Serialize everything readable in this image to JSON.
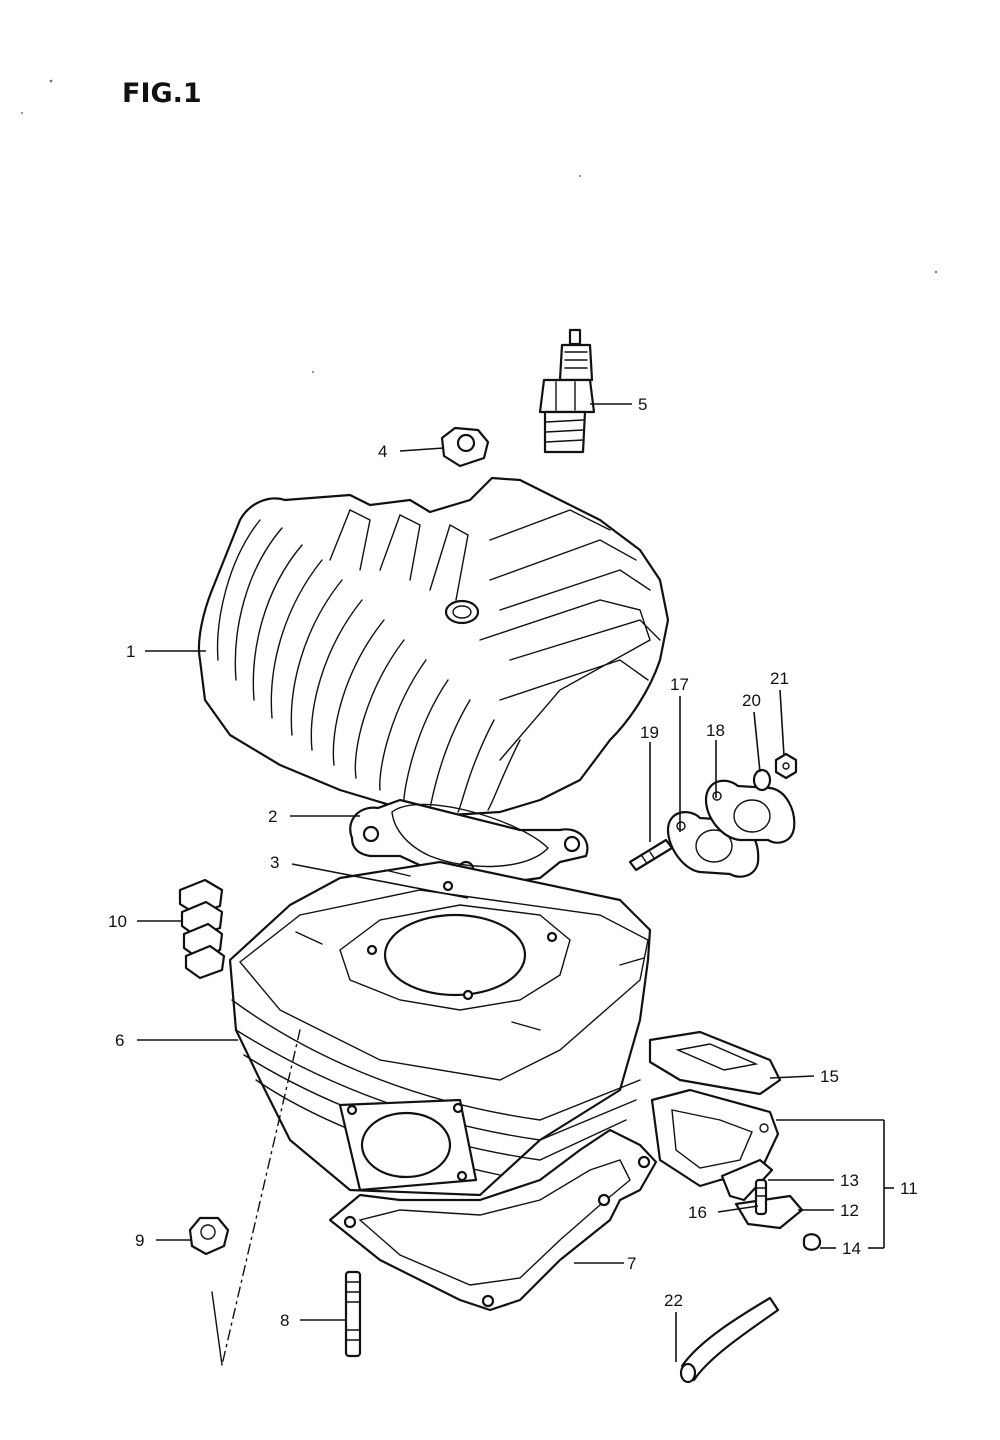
{
  "figure": {
    "title": "FIG.1"
  },
  "callouts": [
    {
      "id": "1",
      "text": "1"
    },
    {
      "id": "2",
      "text": "2"
    },
    {
      "id": "3",
      "text": "3"
    },
    {
      "id": "4",
      "text": "4"
    },
    {
      "id": "5",
      "text": "5"
    },
    {
      "id": "6",
      "text": "6"
    },
    {
      "id": "7",
      "text": "7"
    },
    {
      "id": "8",
      "text": "8"
    },
    {
      "id": "9",
      "text": "9"
    },
    {
      "id": "10",
      "text": "10"
    },
    {
      "id": "11",
      "text": "11"
    },
    {
      "id": "12",
      "text": "12"
    },
    {
      "id": "13",
      "text": "13"
    },
    {
      "id": "14",
      "text": "14"
    },
    {
      "id": "15",
      "text": "15"
    },
    {
      "id": "16",
      "text": "16"
    },
    {
      "id": "17",
      "text": "17"
    },
    {
      "id": "18",
      "text": "18"
    },
    {
      "id": "19",
      "text": "19"
    },
    {
      "id": "20",
      "text": "20"
    },
    {
      "id": "21",
      "text": "21"
    },
    {
      "id": "22",
      "text": "22"
    }
  ]
}
